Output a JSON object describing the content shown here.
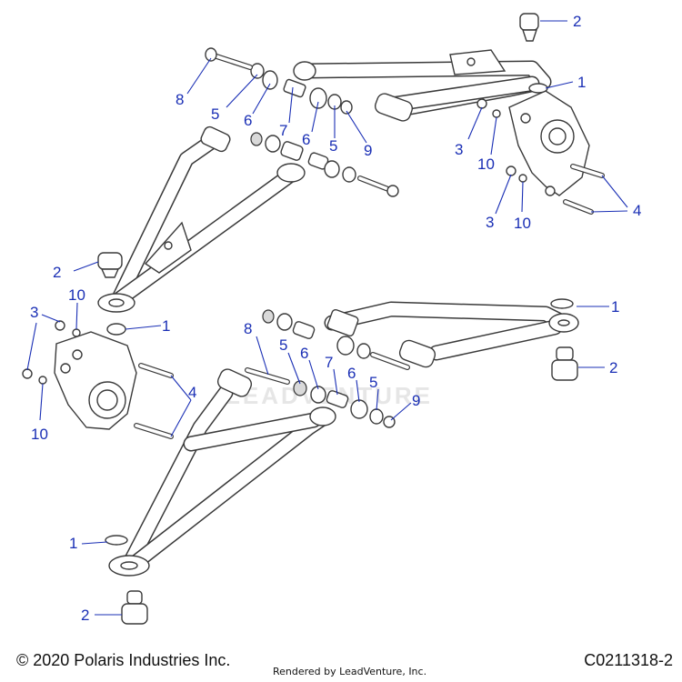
{
  "watermark": "LEADVENTURE",
  "footer": {
    "copyright": "© 2020 Polaris Industries Inc.",
    "rendered_by": "Rendered by LeadVenture, Inc.",
    "figure_code": "C0211318-2"
  },
  "callouts": {
    "c01": "2",
    "c02": "1",
    "c03": "8",
    "c04": "5",
    "c05": "6",
    "c06": "7",
    "c07": "6",
    "c08": "5",
    "c09": "9",
    "c10": "3",
    "c11": "10",
    "c12": "3",
    "c13": "10",
    "c14": "4",
    "c15": "2",
    "c16": "10",
    "c17": "3",
    "c18": "1",
    "c19": "10",
    "c20": "4",
    "c21": "8",
    "c22": "5",
    "c23": "6",
    "c24": "7",
    "c25": "6",
    "c26": "5",
    "c27": "9",
    "c28": "1",
    "c29": "2",
    "c30": "1",
    "c31": "2"
  }
}
